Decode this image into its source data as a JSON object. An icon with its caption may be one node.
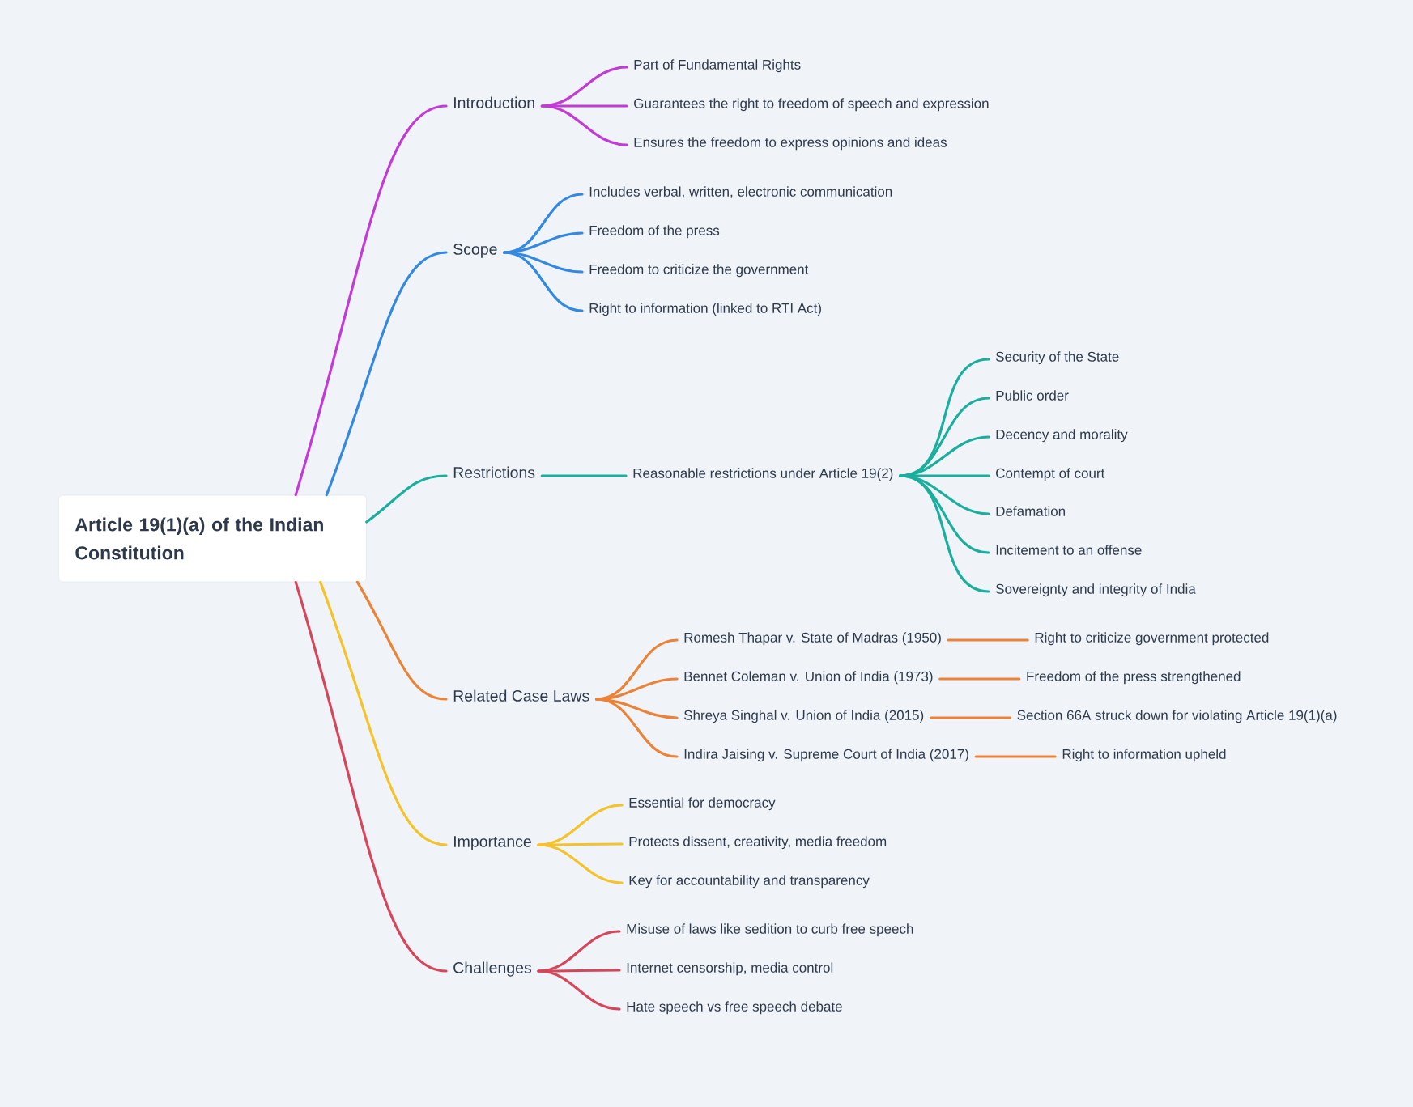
{
  "diagram": {
    "nodes": [
      {
        "text": [
          "Article 19(1)(a) of the Indian Constitution"
        ]
      },
      {
        "text": [
          "Introduction"
        ]
      },
      {
        "text": [
          "Part of Fundamental Rights"
        ]
      },
      {
        "text": [
          "Guarantees the right to freedom of speech and expression"
        ]
      },
      {
        "text": [
          "Ensures the freedom to express opinions and ideas"
        ]
      },
      {
        "text": [
          "Scope"
        ]
      },
      {
        "text": [
          "Includes verbal, written, electronic communication"
        ]
      },
      {
        "text": [
          "Freedom of the press"
        ]
      },
      {
        "text": [
          "Freedom to criticize the government"
        ]
      },
      {
        "text": [
          "Right to information (linked to RTI Act)"
        ]
      },
      {
        "text": [
          "Restrictions"
        ]
      },
      {
        "text": [
          "Reasonable restrictions under Article 19(2)"
        ]
      },
      {
        "text": [
          "Security of the State"
        ]
      },
      {
        "text": [
          "Public order"
        ]
      },
      {
        "text": [
          "Decency and morality"
        ]
      },
      {
        "text": [
          "Contempt of court"
        ]
      },
      {
        "text": [
          "Defamation"
        ]
      },
      {
        "text": [
          "Incitement to an offense"
        ]
      },
      {
        "text": [
          "Sovereignty and integrity of India"
        ]
      },
      {
        "text": [
          "Related Case Laws"
        ]
      },
      {
        "text": [
          "Romesh Thapar v. State of Madras (1950)"
        ]
      },
      {
        "text": [
          "Right to criticize government protected"
        ]
      },
      {
        "text": [
          "Bennet Coleman v. Union of India (1973)"
        ]
      },
      {
        "text": [
          "Freedom of the press strengthened"
        ]
      },
      {
        "text": [
          "Shreya Singhal v. Union of India (2015)"
        ]
      },
      {
        "text": [
          "Section 66A struck down for violating Article 19(1)(a)"
        ]
      },
      {
        "text": [
          "Indira Jaising v. Supreme Court of India (2017)"
        ]
      },
      {
        "text": [
          "Right to information upheld"
        ]
      },
      {
        "text": [
          "Importance"
        ]
      },
      {
        "text": [
          "Essential for democracy"
        ]
      },
      {
        "text": [
          "Protects dissent, creativity, media freedom"
        ]
      },
      {
        "text": [
          "Key for accountability and transparency"
        ]
      },
      {
        "text": [
          "Challenges"
        ]
      },
      {
        "text": [
          "Misuse of laws like sedition to curb free speech"
        ]
      },
      {
        "text": [
          "Internet censorship, media control"
        ]
      },
      {
        "text": [
          "Hate speech vs free speech debate"
        ]
      }
    ],
    "edges": [
      {
        "from": 0,
        "to": 1,
        "arrow": "none",
        "color": "#c23bd4"
      },
      {
        "from": 1,
        "to": 2,
        "arrow": "none",
        "color": "#c23bd4"
      },
      {
        "from": 1,
        "to": 3,
        "arrow": "none",
        "color": "#c23bd4"
      },
      {
        "from": 1,
        "to": 4,
        "arrow": "none",
        "color": "#c23bd4"
      },
      {
        "from": 0,
        "to": 5,
        "arrow": "none",
        "color": "#3389e0"
      },
      {
        "from": 5,
        "to": 6,
        "arrow": "none",
        "color": "#3389e0"
      },
      {
        "from": 5,
        "to": 7,
        "arrow": "none",
        "color": "#3389e0"
      },
      {
        "from": 5,
        "to": 8,
        "arrow": "none",
        "color": "#3389e0"
      },
      {
        "from": 5,
        "to": 9,
        "arrow": "none",
        "color": "#3389e0"
      },
      {
        "from": 0,
        "to": 10,
        "arrow": "none",
        "color": "#1aaf9c"
      },
      {
        "from": 10,
        "to": 11,
        "arrow": "none",
        "color": "#1aaf9c"
      },
      {
        "from": 11,
        "to": 12,
        "arrow": "none",
        "color": "#1aaf9c"
      },
      {
        "from": 11,
        "to": 13,
        "arrow": "none",
        "color": "#1aaf9c"
      },
      {
        "from": 11,
        "to": 14,
        "arrow": "none",
        "color": "#1aaf9c"
      },
      {
        "from": 11,
        "to": 15,
        "arrow": "none",
        "color": "#1aaf9c"
      },
      {
        "from": 11,
        "to": 16,
        "arrow": "none",
        "color": "#1aaf9c"
      },
      {
        "from": 11,
        "to": 17,
        "arrow": "none",
        "color": "#1aaf9c"
      },
      {
        "from": 11,
        "to": 18,
        "arrow": "none",
        "color": "#1aaf9c"
      },
      {
        "from": 0,
        "to": 19,
        "arrow": "none",
        "color": "#eb8236"
      },
      {
        "from": 19,
        "to": 20,
        "arrow": "none",
        "color": "#eb8236"
      },
      {
        "from": 20,
        "to": 21,
        "arrow": "none",
        "color": "#eb8236"
      },
      {
        "from": 19,
        "to": 22,
        "arrow": "none",
        "color": "#eb8236"
      },
      {
        "from": 22,
        "to": 23,
        "arrow": "none",
        "color": "#eb8236"
      },
      {
        "from": 19,
        "to": 24,
        "arrow": "none",
        "color": "#eb8236"
      },
      {
        "from": 24,
        "to": 25,
        "arrow": "none",
        "color": "#eb8236"
      },
      {
        "from": 19,
        "to": 26,
        "arrow": "none",
        "color": "#eb8236"
      },
      {
        "from": 26,
        "to": 27,
        "arrow": "none",
        "color": "#eb8236"
      },
      {
        "from": 0,
        "to": 28,
        "arrow": "none",
        "color": "#f5c228"
      },
      {
        "from": 28,
        "to": 29,
        "arrow": "none",
        "color": "#f5c228"
      },
      {
        "from": 28,
        "to": 30,
        "arrow": "none",
        "color": "#f5c228"
      },
      {
        "from": 28,
        "to": 31,
        "arrow": "none",
        "color": "#f5c228"
      },
      {
        "from": 0,
        "to": 32,
        "arrow": "none",
        "color": "#d6465b"
      },
      {
        "from": 32,
        "to": 33,
        "arrow": "none",
        "color": "#d6465b"
      },
      {
        "from": 32,
        "to": 34,
        "arrow": "none",
        "color": "#d6465b"
      },
      {
        "from": 32,
        "to": 35,
        "arrow": "none",
        "color": "#d6465b"
      }
    ]
  }
}
